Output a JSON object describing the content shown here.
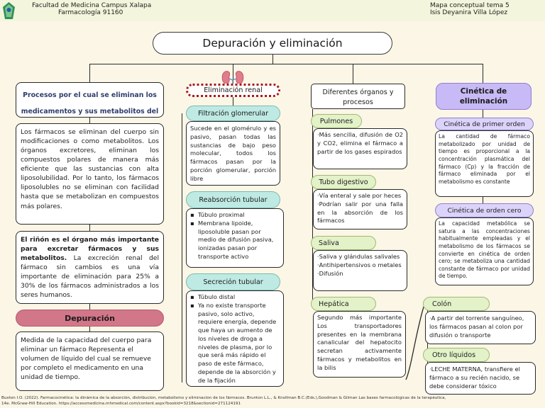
{
  "header": {
    "school_line1": "Facultad de Medicina Campus Xalapa",
    "school_line2": "Farmacología 91160",
    "map_line1": "Mapa conceptual tema 5",
    "map_line2": "Isis Deyanira Villa López"
  },
  "title": "Depuración y eliminación",
  "col1": {
    "heading": "Procesos por el cual se eliminan los medicamentos y sus metabolitos del organismo.",
    "paragraph1": "Los fármacos se eliminan del cuerpo sin modificaciones o como metabolitos. Los órganos excretores, eliminan los compuestos polares de manera más eficiente que las sustancias con alta liposolubilidad. Por lo tanto, los fármacos liposolubles no se eliminan con facilidad hasta que se metabolizan en compuestos más polares.",
    "paragraph2_bold": "El riñón es el órgano más importante para excretar fármacos y sus metabolitos.",
    "paragraph2_rest": " La excreción renal del fármaco sin cambios es una vía importante de eliminación para 25% a 30% de los fármacos administrados a los seres humanos.",
    "depuracion_label": "Depuración",
    "depuracion_text": "Medida de la capacidad del cuerpo para eliminar un fármaco Representa el volumen de líquido del cual se remueve por completo el medicamento en una unidad de tiempo."
  },
  "col2": {
    "heading": "Eliminación renal",
    "filtracion_label": "Filtración glomerular",
    "filtracion_text": "Sucede en el glomérulo y es pasivo, pasan todas las sustancias de bajo peso molecular, todos los fármacos pasan por la porción glomerular, porción libre",
    "reabsorcion_label": "Reabsorción tubular",
    "reabsorcion_items": [
      "Túbulo proximal",
      "Membrana lipoide, liposoluble pasan por medio de difusión pasiva, ionizadas pasan por transporte activo"
    ],
    "secrecion_label": "Secreción tubular",
    "secrecion_items": [
      "Túbulo distal",
      "Ya no existe transporte pasivo, solo activo, requiere energía, depende que haya un aumento de los niveles de droga a niveles de plasma, por lo que será más rápido el paso de este fármaco, depende de la absorción y de la fijación"
    ]
  },
  "col3": {
    "heading": "Diferentes órganos y procesos",
    "pulmones_label": "Pulmones",
    "pulmones_text": "·Más sencilla, difusión de O2 y CO2, elimina el fármaco a partir de los gases espirados",
    "tubo_label": "Tubo digestivo",
    "tubo_items": [
      "·Vía enteral y sale por heces",
      "·Podrían salir por una falla en la absorción de los fármacos"
    ],
    "saliva_label": "Saliva",
    "saliva_items": [
      "·Saliva y glándulas salivales",
      "·Antihipertensivos o metales",
      "·Difusión"
    ],
    "hepatica_label": "Hepática",
    "hepatica_text": "Segundo más importante Los transportadores presentes en la membrana canalicular del hepatocito secretan activamente fármacos y metabolitos en la bilis",
    "colon_label": "Colón",
    "colon_text": "·A partir del torrente sanguíneo, los fármacos pasan al colon por difusión o transporte",
    "otros_label": "Otro líquidos",
    "otros_text": "·LECHE MATERNA, transfiere el fármaco a su recién nacido, se debe considerar tóxico"
  },
  "col4": {
    "heading": "Cinética de eliminación",
    "primer_label": "Cinética de primer orden",
    "primer_text": "La cantidad de fármaco metabolizado por unidad de tiempo es proporcional a la concentración plasmática del fármaco (Cp) y la fracción de fármaco eliminada por el metabolismo es constante",
    "cero_label": "Cinética de orden cero",
    "cero_text": "La capacidad metabólica se satura a las concentraciones habitualmente empleadas y el metabolismo de los fármacos se convierte en cinética de orden cero; se metaboliza una cantidad constante de fármaco por unidad de tiempo."
  },
  "footer": {
    "line1": "Buxton I.O. (2022). Farmacocinética: la dinámica de la absorción, distribución, metabolismo y eliminación de los fármacos. Brunton L.L., & Knollman B.C.(Eds.),Goodman & Gilman Las bases farmacológicas de la terapéutica,",
    "line2": "14e. McGraw-Hill Education. https://accessmedicina.mhmedical.com/content.aspx?bookid=3218&sectionid=271124191"
  },
  "colors": {
    "background": "#fcf6e6",
    "header_band": "#f3f5dc",
    "green_pill": "#e3f2c8",
    "teal_pill": "#bfeae4",
    "lavender_pill": "#dcd3fa",
    "lavender_strong": "#c8baf6",
    "rose_pill": "#d27689",
    "navy_text": "#2f3d6c",
    "dashed_red": "#a51c1c"
  },
  "icons": {
    "logo": "university-seal-logo",
    "kidney": "kidney-icon"
  }
}
